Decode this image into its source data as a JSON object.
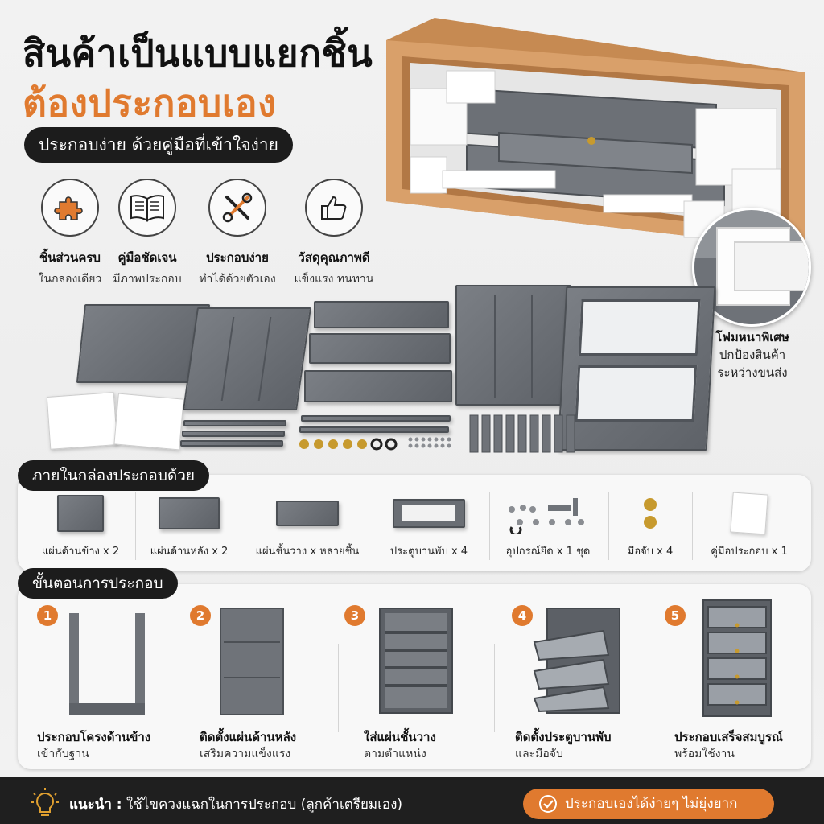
{
  "header": {
    "title_line1": "สินค้าเป็นแบบแยกชิ้น",
    "title_line2": "ต้องประกอบเอง",
    "subtitle": "ประกอบง่าย ด้วยคู่มือที่เข้าใจง่าย",
    "accent_color": "#e07a2f"
  },
  "features": [
    {
      "icon": "puzzle-icon",
      "title": "ชิ้นส่วนครบ",
      "desc": "ในกล่องเดียว"
    },
    {
      "icon": "book-icon",
      "title": "คู่มือชัดเจน",
      "desc": "มีภาพประกอบ"
    },
    {
      "icon": "tools-icon",
      "title": "ประกอบง่าย",
      "desc": "ทำได้ด้วยตัวเอง"
    },
    {
      "icon": "thumbs-up-icon",
      "title": "วัสดุคุณภาพดี",
      "desc": "แข็งแรง ทนทาน"
    }
  ],
  "foam": {
    "title": "โฟมหนาพิเศษ",
    "line2": "ปกป้องสินค้า",
    "line3": "ระหว่างขนส่ง"
  },
  "contents": {
    "heading": "ภายในกล่องประกอบด้วย",
    "items": [
      {
        "label": "แผ่นด้านข้าง x 2"
      },
      {
        "label": "แผ่นด้านหลัง x 2"
      },
      {
        "label": "แผ่นชั้นวาง x หลายชิ้น"
      },
      {
        "label": "ประตูบานพับ x 4"
      },
      {
        "label": "อุปกรณ์ยึด x 1 ชุด"
      },
      {
        "label": "มือจับ x 4"
      },
      {
        "label": "คู่มือประกอบ x 1"
      }
    ]
  },
  "steps": {
    "heading": "ขั้นตอนการประกอบ",
    "items": [
      {
        "num": "1",
        "title": "ประกอบโครงด้านข้าง",
        "desc": "เข้ากับฐาน"
      },
      {
        "num": "2",
        "title": "ติดตั้งแผ่นด้านหลัง",
        "desc": "เสริมความแข็งแรง"
      },
      {
        "num": "3",
        "title": "ใส่แผ่นชั้นวาง",
        "desc": "ตามตำแหน่ง"
      },
      {
        "num": "4",
        "title": "ติดตั้งประตูบานพับ",
        "desc": "และมือจับ"
      },
      {
        "num": "5",
        "title": "ประกอบเสร็จสมบูรณ์",
        "desc": "พร้อมใช้งาน"
      }
    ]
  },
  "footer": {
    "tip_label": "แนะนำ :",
    "tip_text": "ใช้ไขควงแฉกในการประกอบ (ลูกค้าเตรียมเอง)",
    "cta": "ประกอบเองได้ง่ายๆ ไม่ยุ่งยาก"
  }
}
